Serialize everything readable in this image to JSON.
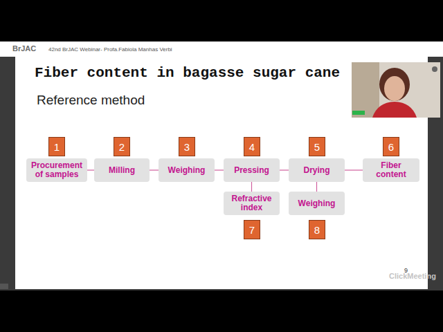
{
  "diagram": {
    "title": "Fiber content in bagasse sugar cane",
    "nodes": [
      {
        "text": [
          "1"
        ]
      },
      {
        "text": [
          "2"
        ]
      },
      {
        "text": [
          "3"
        ]
      },
      {
        "text": [
          "4"
        ]
      },
      {
        "text": [
          "5"
        ]
      },
      {
        "text": [
          "6"
        ]
      },
      {
        "text": [
          "Procurement of samples"
        ]
      },
      {
        "text": [
          "Milling"
        ]
      },
      {
        "text": [
          "Weighing"
        ]
      },
      {
        "text": [
          "Pressing"
        ]
      },
      {
        "text": [
          "Drying"
        ]
      },
      {
        "text": [
          "Fiber content"
        ]
      },
      {
        "text": [
          "Refractive index"
        ]
      },
      {
        "text": [
          "Weighing"
        ]
      },
      {
        "text": [
          "7"
        ]
      },
      {
        "text": [
          "8"
        ]
      }
    ],
    "edges": [
      {
        "from": 6,
        "to": 7,
        "arrow": "none"
      },
      {
        "from": 7,
        "to": 8,
        "arrow": "none"
      },
      {
        "from": 8,
        "to": 9,
        "arrow": "none"
      },
      {
        "from": 9,
        "to": 10,
        "arrow": "none"
      },
      {
        "from": 10,
        "to": 11,
        "arrow": "none"
      },
      {
        "from": 9,
        "to": 12,
        "arrow": "none"
      },
      {
        "from": 10,
        "to": 13,
        "arrow": "none"
      }
    ],
    "labels": [
      "BrJAC",
      "42nd BrJAC Webinar- Profa.Fabiola Manhas Verbi",
      "Reference method",
      "9",
      "ClickMeeting"
    ]
  }
}
